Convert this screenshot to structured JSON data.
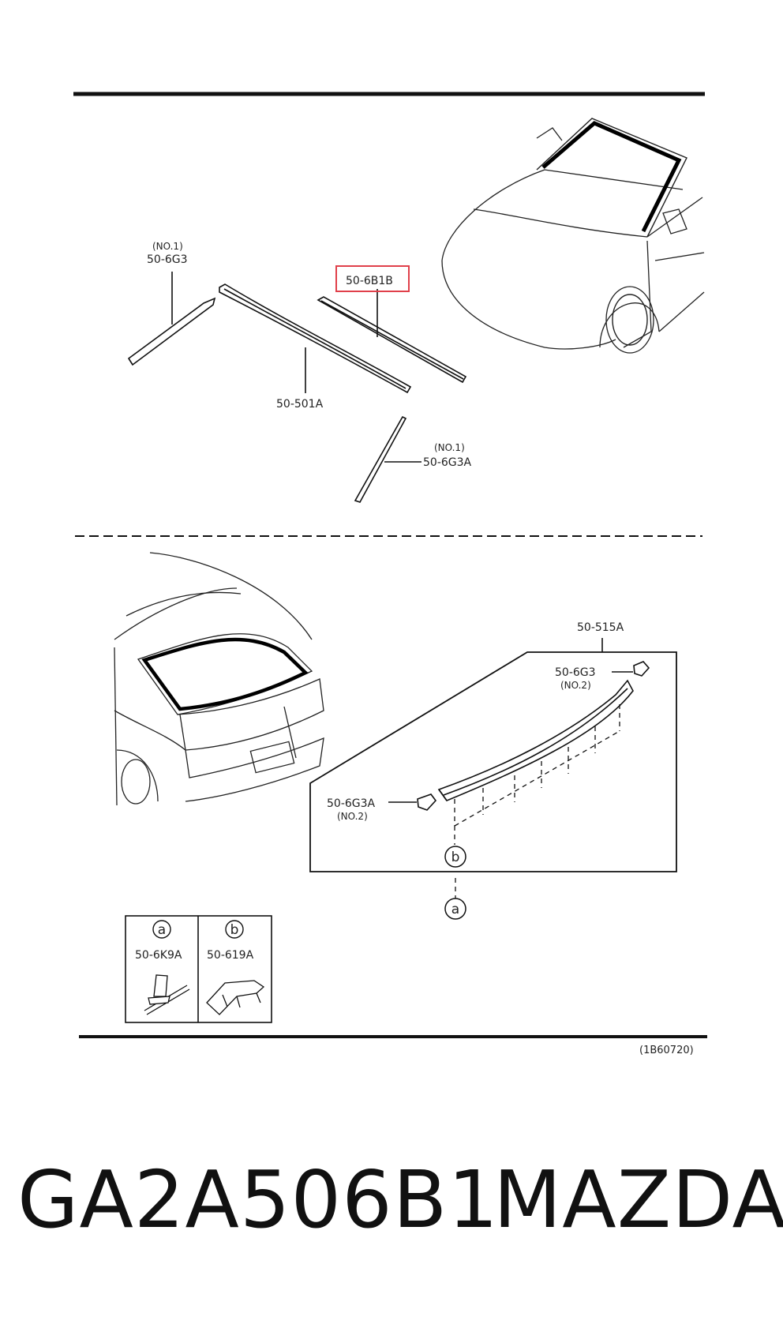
{
  "diagram": {
    "reference_code": "(1B60720)",
    "highlight_color": "#e0404a",
    "labels": {
      "front_no1_left": "(NO.1)",
      "front_left_code": "50-6G3",
      "front_center_code": "50-501A",
      "front_highlight_code": "50-6B1B",
      "front_no1_right": "(NO.1)",
      "front_right_code": "50-6G3A",
      "rear_assembly_code": "50-515A",
      "rear_clip_top_code": "50-6G3",
      "rear_clip_top_no": "(NO.2)",
      "rear_clip_left_code": "50-6G3A",
      "rear_clip_left_no": "(NO.2)",
      "callout_b": "b",
      "callout_a": "a"
    },
    "legend": {
      "col_a_letter": "a",
      "col_a_code": "50-6K9A",
      "col_b_letter": "b",
      "col_b_code": "50-619A"
    }
  },
  "footer": {
    "part_number": "GA2A506B1",
    "brand": "MAZDA"
  }
}
